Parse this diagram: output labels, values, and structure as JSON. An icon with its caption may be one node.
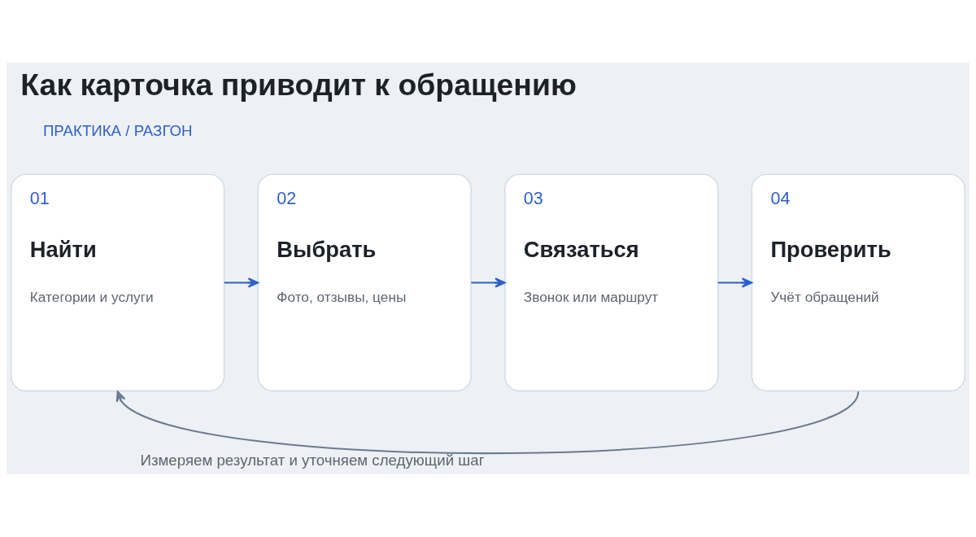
{
  "diagram": {
    "title": "Как карточка приводит к обращению",
    "labels": [
      "ПРАКТИКА / РАЗГОН"
    ],
    "nodes": [
      {
        "text": [
          "01",
          "Найти",
          "Категории и услуги"
        ]
      },
      {
        "text": [
          "02",
          "Выбрать",
          "Фото, отзывы, цены"
        ]
      },
      {
        "text": [
          "03",
          "Связаться",
          "Звонок или маршрут"
        ]
      },
      {
        "text": [
          "04",
          "Проверить",
          "Учёт обращений"
        ]
      }
    ],
    "edges": [
      {
        "from": 0,
        "to": 1,
        "arrow": "to"
      },
      {
        "from": 1,
        "to": 2,
        "arrow": "to"
      },
      {
        "from": 2,
        "to": 3,
        "arrow": "to"
      },
      {
        "from": 3,
        "to": 0,
        "arrow": "to",
        "color": "#6b7a90",
        "label": "Измеряем результат и уточняем следующий шаг"
      }
    ]
  }
}
